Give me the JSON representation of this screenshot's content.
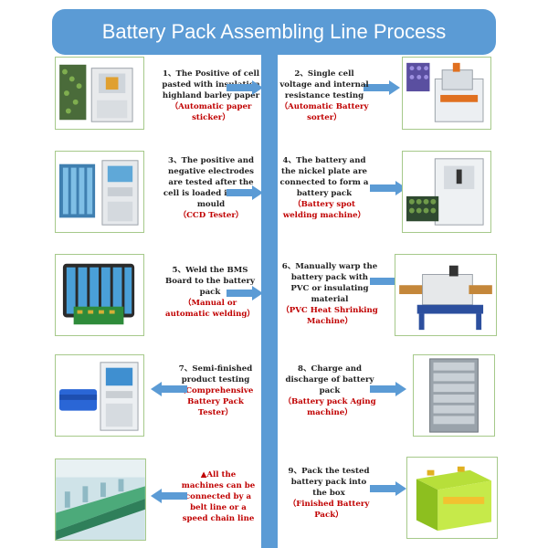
{
  "title": "Battery Pack Assembling Line Process",
  "colors": {
    "accent": "#5b9bd5",
    "machine_name": "#c00000",
    "frame_border": "#a6c98a"
  },
  "steps": [
    {
      "text": "1、The Positive of cell pasted with insulation highland barley paper",
      "machine": "（Automatic paper sticker）",
      "image": "paper-sticker-machine"
    },
    {
      "text": "2、Single cell voltage and internal resistance testing",
      "machine": "（Automatic Battery sorter）",
      "image": "battery-sorter-machine"
    },
    {
      "text": "3、The positive and negative electrodes are tested after the cell is loaded into the mould",
      "machine": "（CCD Tester）",
      "image": "ccd-tester-machine"
    },
    {
      "text": "4、The battery and the nickel plate are connected to form a battery pack",
      "machine": "（Battery spot welding machine）",
      "image": "spot-welding-machine"
    },
    {
      "text": "5、Weld the BMS Board to the battery pack",
      "machine": "（Manual or automatic welding）",
      "image": "bms-battery-pack"
    },
    {
      "text": "6、Manually warp the battery pack with PVC or insulating material",
      "machine": "（PVC Heat Shrinking Machine）",
      "image": "heat-shrinking-machine"
    },
    {
      "text": "7、Semi-finished product testing",
      "machine": "（Comprehensive Battery Pack Tester）",
      "image": "pack-tester-machine"
    },
    {
      "text": "8、Charge and discharge of battery pack",
      "machine": "（Battery pack Aging machine）",
      "image": "aging-machine"
    },
    {
      "text": "▲All the machines can be connected by a belt line or a speed chain line",
      "machine": "",
      "image": "belt-line-factory"
    },
    {
      "text": "9、Pack the tested battery pack into the box",
      "machine": "（Finished Battery Pack）",
      "image": "finished-battery-pack"
    }
  ]
}
